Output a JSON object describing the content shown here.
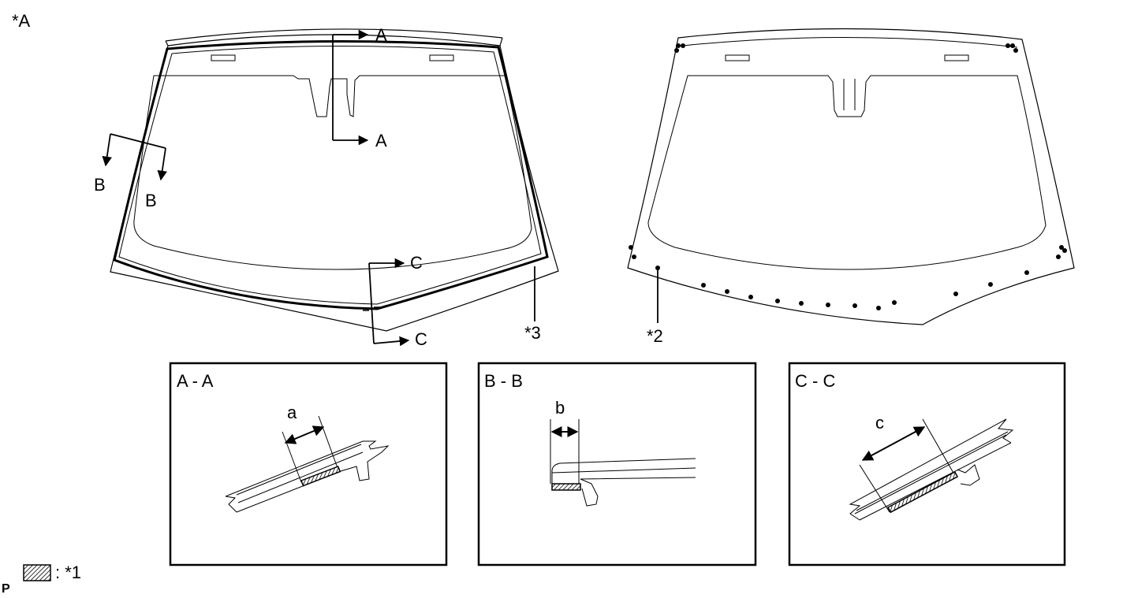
{
  "labels": {
    "view_marker": "*A",
    "section_a_arrow_top": "A",
    "section_a_arrow_bottom": "A",
    "section_b_arrow_left": "B",
    "section_b_arrow_right": "B",
    "section_c_arrow_top": "C",
    "section_c_arrow_bottom": "C",
    "callout_3": "*3",
    "callout_2": "*2"
  },
  "sections": {
    "a": {
      "title": "A - A",
      "dimension": "a"
    },
    "b": {
      "title": "B - B",
      "dimension": "b"
    },
    "c": {
      "title": "C - C",
      "dimension": "c"
    }
  },
  "legend": {
    "prefix": "P",
    "text": ": *1"
  },
  "colors": {
    "line": "#000000",
    "background": "#ffffff"
  }
}
